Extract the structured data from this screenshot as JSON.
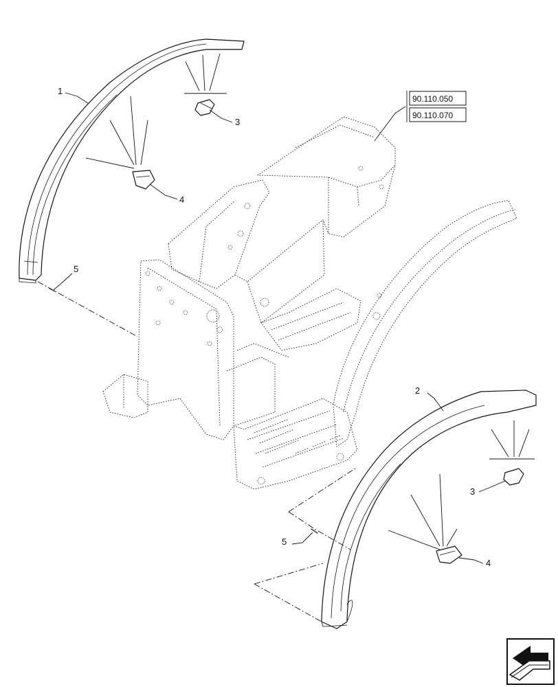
{
  "callouts": {
    "left_fender": "1",
    "right_fender": "2",
    "clip_top": "3",
    "clip_right": "3",
    "bracket_left": "4",
    "bracket_right": "4",
    "pin_left": "5",
    "pin_right": "5"
  },
  "references": [
    "90.110.050",
    "90.110.070"
  ],
  "icons": {
    "nav": "next-page-arrow-icon"
  }
}
